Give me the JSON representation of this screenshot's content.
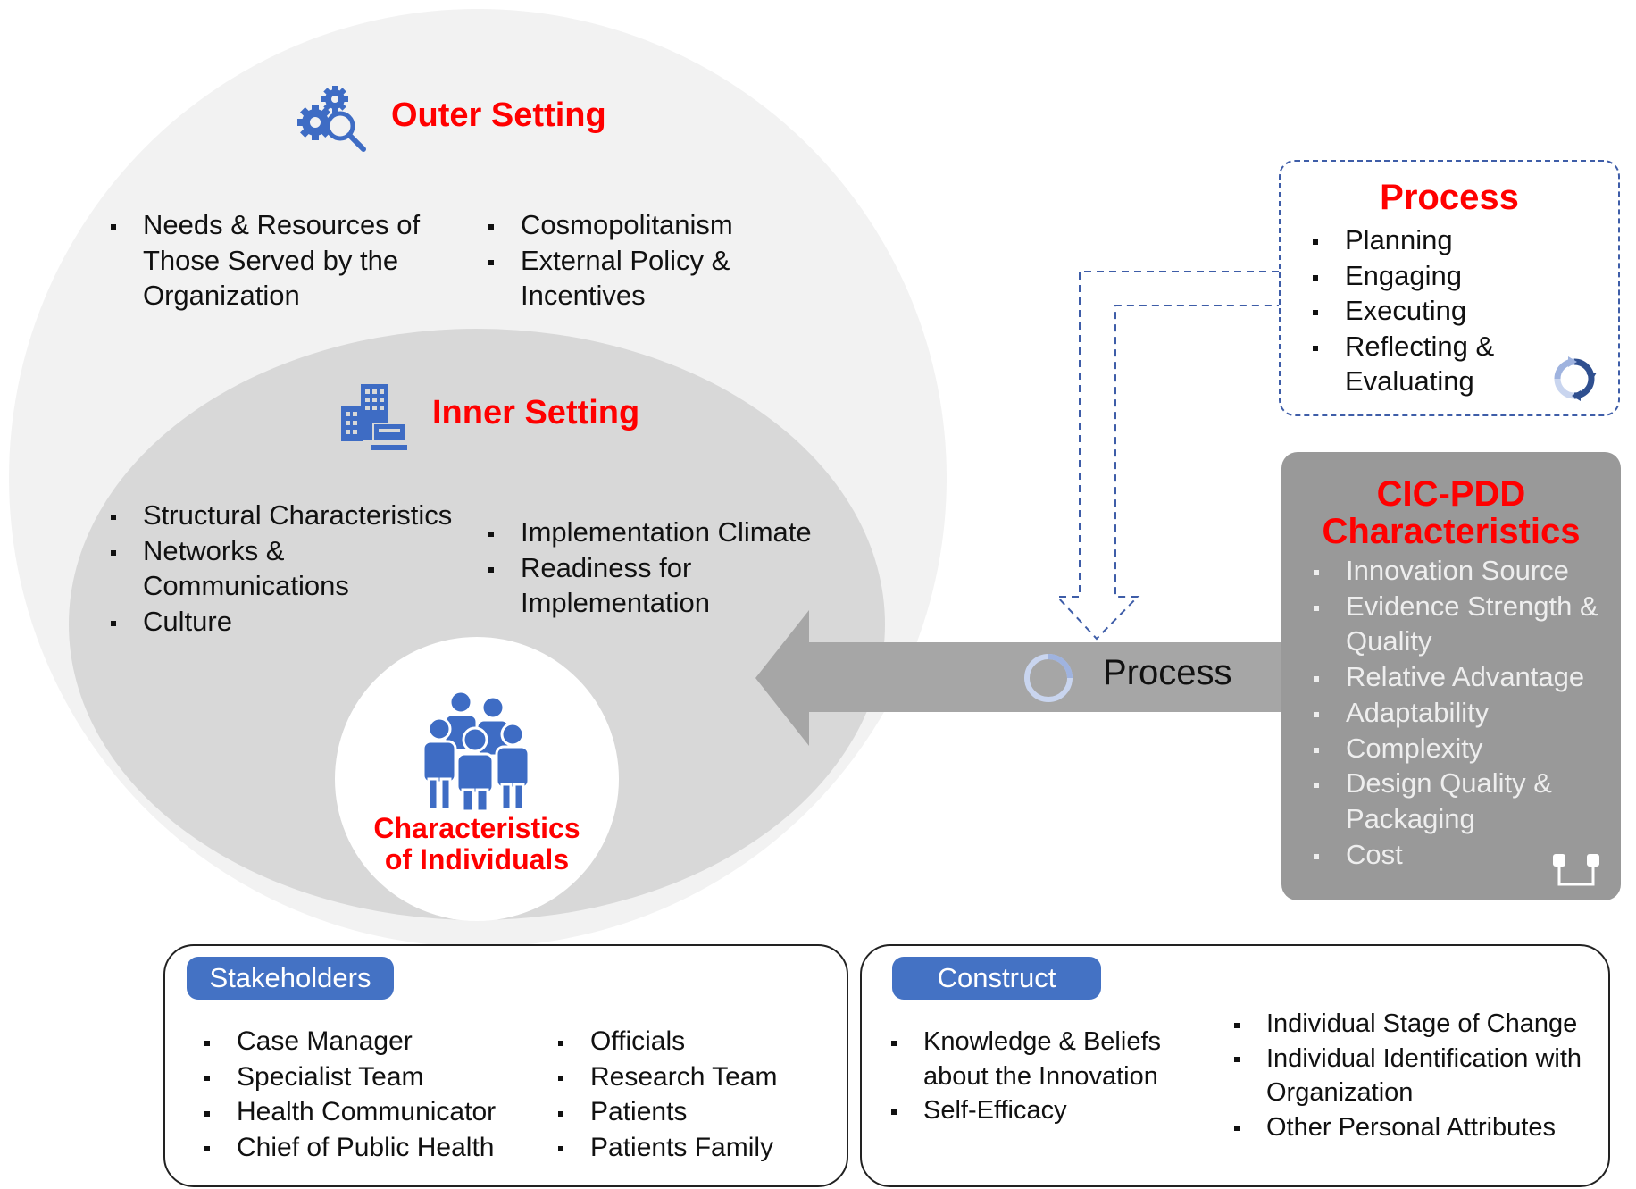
{
  "outer_setting": {
    "title": "Outer Setting",
    "items_left": [
      "Needs & Resources of Those Served by the Organization"
    ],
    "items_right": [
      "Cosmopolitanism",
      "External Policy & Incentives"
    ],
    "icon": "gears-magnifier-icon"
  },
  "inner_setting": {
    "title": "Inner Setting",
    "items_left": [
      "Structural Characteristics",
      "Networks & Communications",
      "Culture"
    ],
    "items_right": [
      "Implementation Climate",
      "Readiness for Implementation"
    ],
    "icon": "building-icon"
  },
  "individuals": {
    "title_line1": "Characteristics",
    "title_line2": "of Individuals",
    "icon": "people-group-icon"
  },
  "process_box": {
    "title": "Process",
    "items": [
      "Planning",
      "Engaging",
      "Executing",
      "Reflecting & Evaluating"
    ],
    "icon": "cycle-arrows-icon"
  },
  "cic": {
    "title_line1": "CIC-PDD",
    "title_line2": "Characteristics",
    "items": [
      "Innovation Source",
      "Evidence Strength & Quality",
      "Relative Advantage",
      "Adaptability",
      "Complexity",
      "Design Quality & Packaging",
      "Cost"
    ],
    "icon": "connector-icon"
  },
  "arrow": {
    "label": "Process",
    "icon": "circle-progress-icon"
  },
  "stakeholders": {
    "title": "Stakeholders",
    "items_left": [
      "Case Manager",
      "Specialist Team",
      "Health Communicator",
      "Chief of Public Health"
    ],
    "items_right": [
      "Officials",
      "Research Team",
      "Patients",
      "Patients Family"
    ]
  },
  "construct": {
    "title": "Construct",
    "items_left": [
      "Knowledge & Beliefs about the Innovation",
      "Self-Efficacy"
    ],
    "items_right": [
      "Individual Stage of Change",
      "Individual Identification with Organization",
      "Other Personal Attributes"
    ]
  },
  "colors": {
    "accent_red": "#ff0000",
    "accent_blue": "#4472c4",
    "icon_blue": "#3e6cc4",
    "cic_box": "#999999",
    "arrow_gray": "#a6a6a6"
  }
}
